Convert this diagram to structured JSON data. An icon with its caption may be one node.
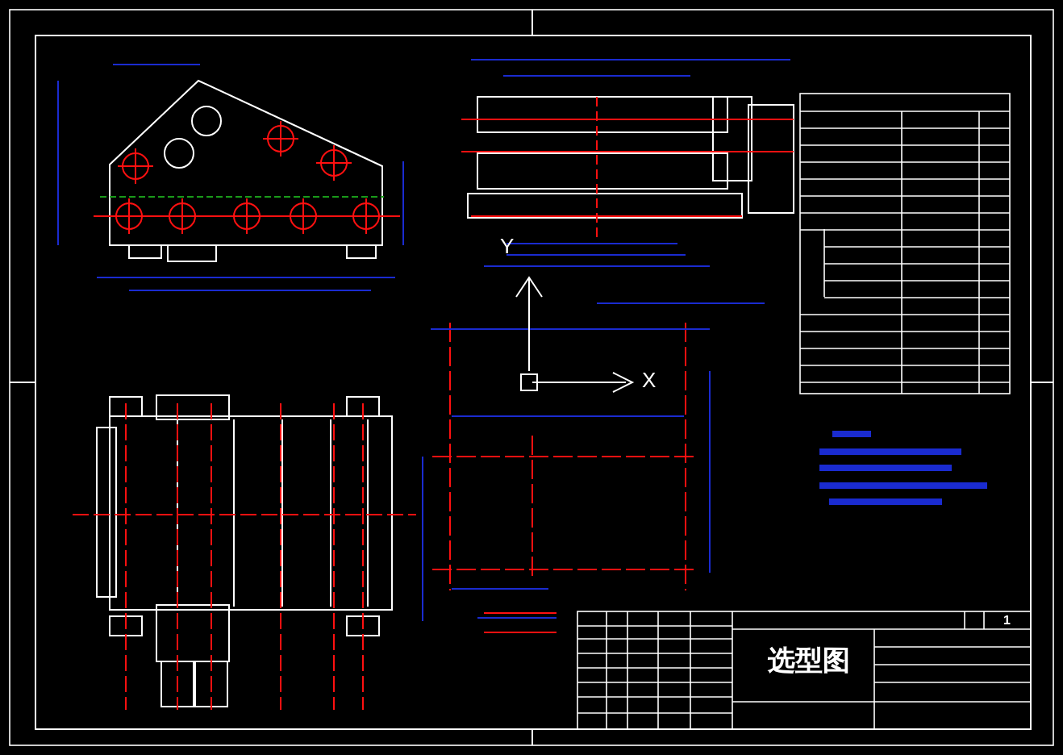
{
  "diagram": {
    "labels": [
      "Y",
      "X",
      "选型图",
      "1"
    ]
  }
}
